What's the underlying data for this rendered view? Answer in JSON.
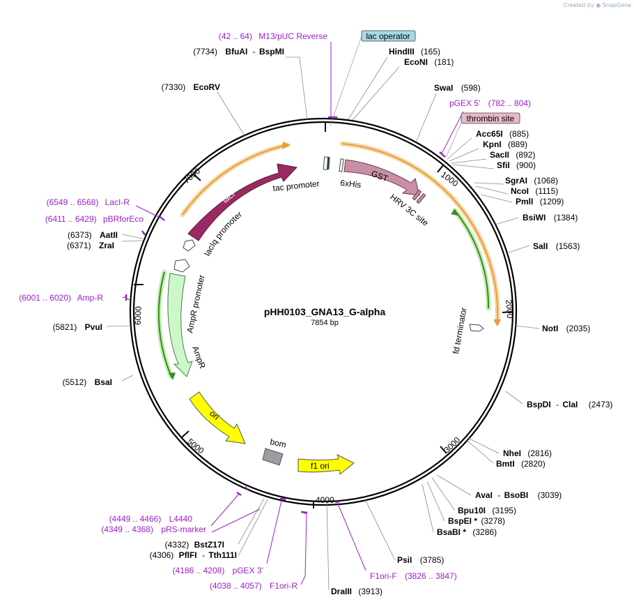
{
  "credit": {
    "prefix": "Created by",
    "brand": "SnapGene"
  },
  "plasmid": {
    "name": "pHH0103_GNA13_G-alpha",
    "size_label": "7854 bp"
  },
  "ticks": [
    "1000",
    "2000",
    "3000",
    "4000",
    "5000",
    "6000",
    "7000"
  ],
  "feature_labels": {
    "lacI": "lacI",
    "laciq_promoter": "lacIq promoter",
    "tac_promoter": "tac promoter",
    "his": "6xHis",
    "gst": "GST",
    "hrv": "HRV 3C site",
    "fd_terminator": "fd terminator",
    "ampr_promoter": "AmpR promoter",
    "ampr": "AmpR",
    "ori": "ori",
    "bom": "bom",
    "f1ori": "f1 ori"
  },
  "boxed_labels": {
    "lac_operator": "lac operator",
    "thrombin_site": "thrombin site"
  },
  "sites": [
    {
      "name": "HindIII",
      "pos": "(165)"
    },
    {
      "name": "EcoNI",
      "pos": "(181)"
    },
    {
      "name": "SwaI",
      "pos": "(598)"
    },
    {
      "name": "Acc65I",
      "pos": "(885)"
    },
    {
      "name": "KpnI",
      "pos": "(889)"
    },
    {
      "name": "SacII",
      "pos": "(892)"
    },
    {
      "name": "SfiI",
      "pos": "(900)"
    },
    {
      "name": "SgrAI",
      "pos": "(1068)"
    },
    {
      "name": "NcoI",
      "pos": "(1115)"
    },
    {
      "name": "PmlI",
      "pos": "(1209)"
    },
    {
      "name": "BsiWI",
      "pos": "(1384)"
    },
    {
      "name": "SalI",
      "pos": "(1563)"
    },
    {
      "name": "NotI",
      "pos": "(2035)"
    },
    {
      "name": "BspDI",
      "sep": "-",
      "name2": "ClaI",
      "pos": "(2473)"
    },
    {
      "name": "NheI",
      "pos": "(2816)"
    },
    {
      "name": "BmtI",
      "pos": "(2820)"
    },
    {
      "name": "AvaI",
      "sep": "-",
      "name2": "BsoBI",
      "pos": "(3039)"
    },
    {
      "name": "Bpu10I",
      "pos": "(3195)"
    },
    {
      "name": "BspEI *",
      "pos": "(3278)"
    },
    {
      "name": "BsaBI *",
      "pos": "(3286)"
    },
    {
      "name": "PsiI",
      "pos": "(3785)"
    },
    {
      "name": "DraIII",
      "pos": "(3913)"
    },
    {
      "name": "BstZ17I",
      "pos": "(4332)"
    },
    {
      "name": "PflFI",
      "sep": "-",
      "name2": "Tth111I",
      "pos": "(4306)"
    },
    {
      "name": "BsaI",
      "pos": "(5512)"
    },
    {
      "name": "PvuI",
      "pos": "(5821)"
    },
    {
      "name": "AatII",
      "pos": "(6373)"
    },
    {
      "name": "ZraI",
      "pos": "(6371)"
    },
    {
      "name": "EcoRV",
      "pos": "(7330)"
    },
    {
      "name": "BfuAI",
      "sep": "-",
      "name2": "BspMI",
      "pos": "(7734)"
    }
  ],
  "primers": [
    {
      "range": "(42 .. 64)",
      "name": "M13/pUC Reverse"
    },
    {
      "range": "(782 .. 804)",
      "name": "pGEX 5'"
    },
    {
      "range": "(3826 .. 3847)",
      "name": "F1ori-F"
    },
    {
      "range": "(4038 .. 4057)",
      "name": "F1ori-R"
    },
    {
      "range": "(4186 .. 4208)",
      "name": "pGEX 3'"
    },
    {
      "range": "(4349 .. 4368)",
      "name": "pRS-marker"
    },
    {
      "range": "(4449 .. 4466)",
      "name": "L4440"
    },
    {
      "range": "(6001 .. 6020)",
      "name": "Amp-R"
    },
    {
      "range": "(6411 .. 6429)",
      "name": "pBRforEco"
    },
    {
      "range": "(6549 .. 6568)",
      "name": "LacI-R"
    }
  ]
}
